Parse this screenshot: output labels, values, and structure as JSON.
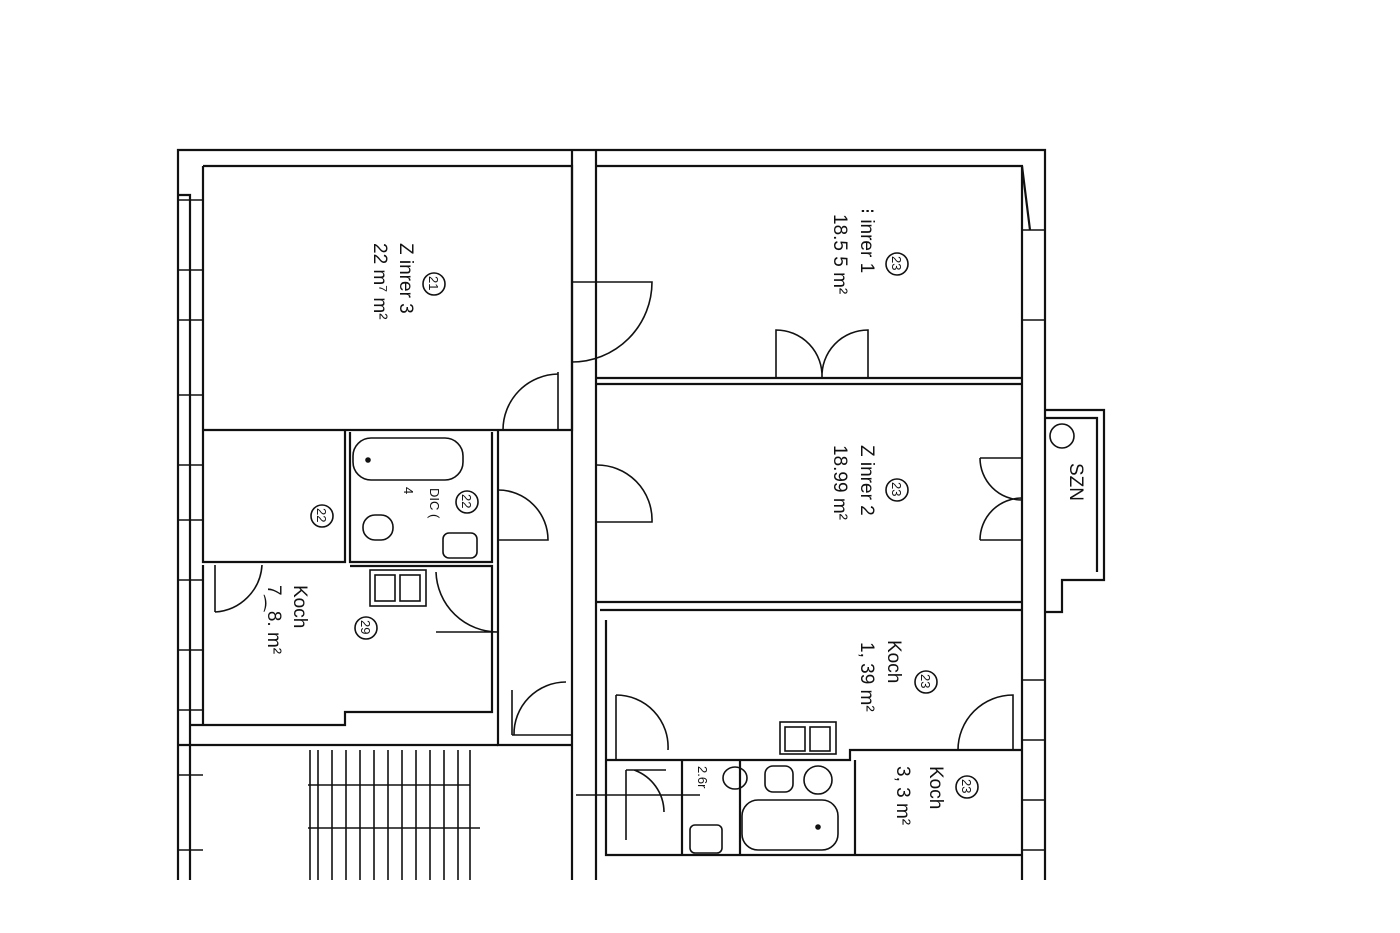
{
  "rooms": [
    {
      "id": "r3",
      "name": "Z inrer 3",
      "area": "22 m⁷ m²",
      "code": "21"
    },
    {
      "id": "r1",
      "name": "⁝ inrer 1",
      "area": "18.5 5 m²",
      "code": "23"
    },
    {
      "id": "r2",
      "name": "Z inrer 2",
      "area": "18.99 m²",
      "code": "23"
    },
    {
      "id": "k1",
      "name": "Koch",
      "area": "7⁔8. m²",
      "code": "29"
    },
    {
      "id": "k2",
      "name": "Koch",
      "area": "1, 39 m²",
      "code": "23"
    },
    {
      "id": "k3",
      "name": "Koch",
      "area": "3, 3 m²",
      "code": "23"
    },
    {
      "id": "st",
      "name": "",
      "area": "",
      "code": "22"
    },
    {
      "id": "bath1",
      "name": "DIC (",
      "area": "4",
      "code": "22"
    },
    {
      "id": "bath2",
      "name": "",
      "area": "2.6r",
      "code": ""
    }
  ],
  "balcony_label": "SZN"
}
